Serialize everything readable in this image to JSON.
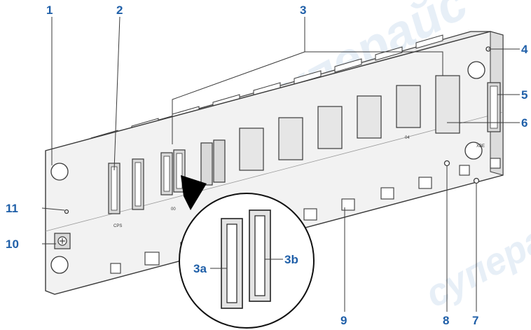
{
  "callouts": {
    "c1": "1",
    "c2": "2",
    "c3": "3",
    "c4": "4",
    "c5": "5",
    "c6": "6",
    "c7": "7",
    "c8": "8",
    "c9": "9",
    "c10": "10",
    "c11": "11",
    "c3a": "3a",
    "c3b": "3b"
  },
  "panel_labels": {
    "cps": "CPS",
    "slot_00": "00",
    "slot_04": "04",
    "xbe": "XBE"
  },
  "watermark": {
    "text": "суперайс"
  },
  "colors": {
    "callout": "#1f5fa8",
    "line": "#3a3a3a",
    "panel": "#f2f2f2"
  }
}
